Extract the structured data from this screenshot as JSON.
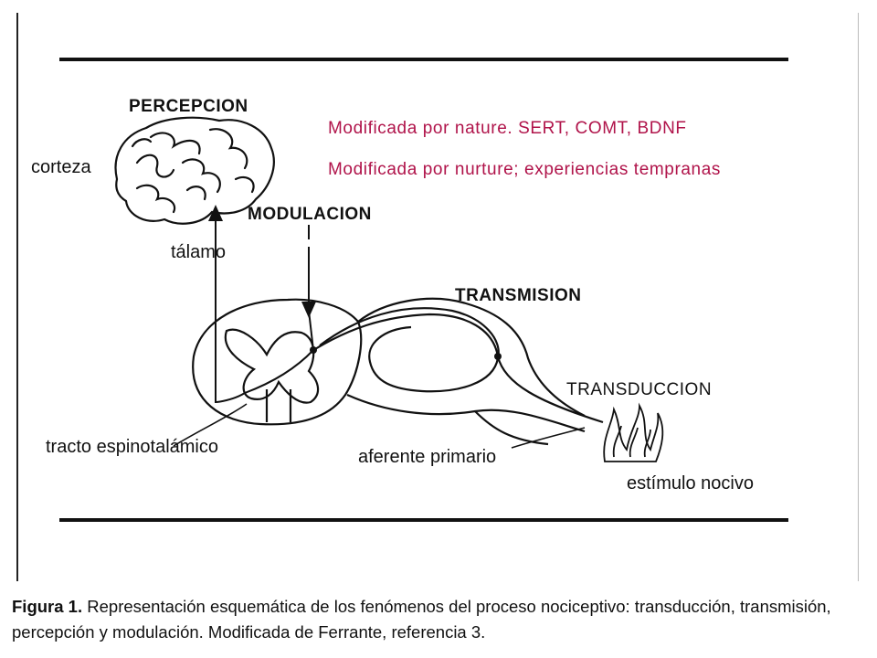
{
  "labels": {
    "percepcion": "PERCEPCION",
    "corteza": "corteza",
    "modulacion": "MODULACION",
    "talamo": "tálamo",
    "transmision": "TRANSMISION",
    "transduccion": "TRANSDUCCION",
    "tracto": "tracto espinotalámico",
    "aferente": "aferente primario",
    "estimulo": "estímulo nocivo"
  },
  "notes": {
    "nature": "Modificada por nature. SERT, COMT, BDNF",
    "nurture": "Modificada por nurture; experiencias tempranas"
  },
  "caption": {
    "label": "Figura 1.",
    "text": "Representación esquemática de los fenómenos del proceso nociceptivo: transducción, transmisión, percepción y modulación. Modificada de Ferrante, referencia 3."
  },
  "colors": {
    "ink": "#111111",
    "note": "#b0134a"
  }
}
